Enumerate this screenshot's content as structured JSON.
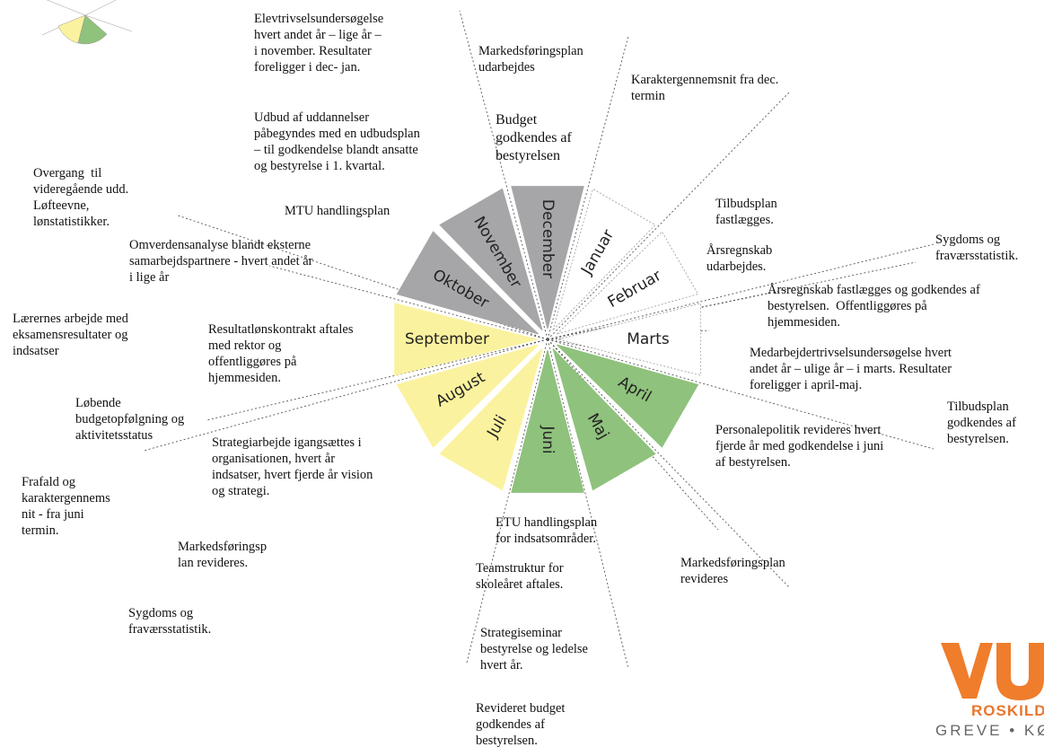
{
  "colors": {
    "winter": "#a6a6a8",
    "spring": "#ffffff",
    "summer_green": "#8fc27d",
    "summer_yellow": "#fbf29f",
    "outline": "#8a8a8a",
    "logo_orange": "#ef7d2b"
  },
  "months": [
    {
      "name": "December",
      "color": "winter"
    },
    {
      "name": "Januar",
      "color": "spring"
    },
    {
      "name": "Februar",
      "color": "spring"
    },
    {
      "name": "Marts",
      "color": "spring"
    },
    {
      "name": "April",
      "color": "summer_green"
    },
    {
      "name": "Maj",
      "color": "summer_green"
    },
    {
      "name": "Juni",
      "color": "summer_green"
    },
    {
      "name": "Juli",
      "color": "summer_yellow"
    },
    {
      "name": "August",
      "color": "summer_yellow"
    },
    {
      "name": "September",
      "color": "summer_yellow"
    },
    {
      "name": "Oktober",
      "color": "winter"
    },
    {
      "name": "November",
      "color": "winter"
    }
  ],
  "notes": [
    {
      "text": "Elevtrivselsundersøgelse\nhvert andet år – lige år –\ni november. Resultater\nforeligger i dec- jan."
    },
    {
      "text": "Markedsføringsplan\nudarbejdes"
    },
    {
      "text": "Karaktergennemsnit fra dec.\ntermin"
    },
    {
      "text": "Udbud af uddannelser\npåbegyndes med en udbudsplan\n– til godkendelse blandt ansatte\nog bestyrelse i 1. kvartal."
    },
    {
      "text": "Budget\ngodkendes af\nbestyrelsen"
    },
    {
      "text": "Overgang  til\nvideregående udd.\nLøfteevne,\nlønstatistikker."
    },
    {
      "text": "MTU handlingsplan"
    },
    {
      "text": "Tilbudsplan\nfastlægges."
    },
    {
      "text": "Sygdoms og\nfraværsstatistik."
    },
    {
      "text": "Omverdensanalyse blandt eksterne\nsamarbejdspartnere - hvert andet år\ni lige år"
    },
    {
      "text": "Årsregnskab\nudarbejdes."
    },
    {
      "text": "Årsregnskab fastlægges og godkendes af\nbestyrelsen.  Offentliggøres på\nhjemmesiden."
    },
    {
      "text": "Lærernes arbejde med\neksamensresultater og\nindsatser"
    },
    {
      "text": "Resultatlønskontrakt aftales\nmed rektor og\noffentliggøres på\nhjemmesiden."
    },
    {
      "text": "Medarbejdertrivselsundersøgelse hvert\nandet år – ulige år – i marts. Resultater\nforeligger i april-maj."
    },
    {
      "text": "Tilbudsplan\ngodkendes af\nbestyrelsen."
    },
    {
      "text": "Løbende\nbudgetopfølgning og\naktivitetsstatus"
    },
    {
      "text": "Personalepolitik revideres hvert\nfjerde år med godkendelse i juni\naf bestyrelsen."
    },
    {
      "text": "Strategiarbejde igangsættes i\norganisationen, hvert år\nindsatser, hvert fjerde år vision\nog strategi."
    },
    {
      "text": "Frafald og\nkaraktergennems\nnit - fra juni\ntermin."
    },
    {
      "text": "ETU handlingsplan\nfor indsatsområder."
    },
    {
      "text": "Markedsføringsp\nlan revideres."
    },
    {
      "text": "Markedsføringsplan\nrevideres"
    },
    {
      "text": "Teamstruktur for\nskoleåret aftales."
    },
    {
      "text": "Sygdoms og\nfraværsstatistik."
    },
    {
      "text": "Strategiseminar\nbestyrelse og ledelse\nhvert år."
    },
    {
      "text": "Revideret budget\ngodkendes af\nbestyrelsen."
    }
  ],
  "logo": {
    "mark": "VU",
    "city1": "ROSKILDE",
    "city2": "GREVE • KØGE"
  }
}
